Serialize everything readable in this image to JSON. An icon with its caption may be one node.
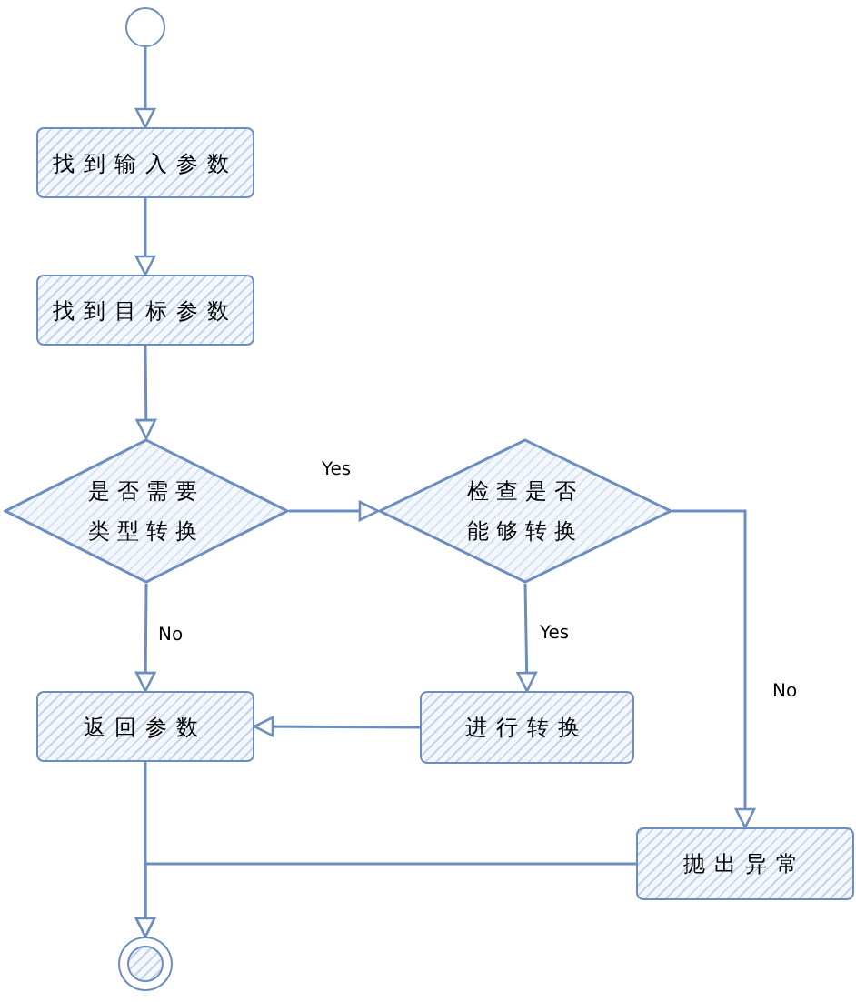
{
  "diagram": {
    "nodes": [
      {
        "text": [],
        "shape": "circle"
      },
      {
        "text": [
          "找到输入参数"
        ]
      },
      {
        "text": [
          "找到目标参数"
        ]
      },
      {
        "text": [
          "是否需要类型转换"
        ]
      },
      {
        "text": [
          "检查是否能够转换"
        ]
      },
      {
        "text": [
          "返回参数"
        ]
      },
      {
        "text": [
          "进行转换"
        ]
      },
      {
        "text": [
          "抛出异常"
        ]
      },
      {
        "text": [],
        "shape": "circle"
      }
    ],
    "edges": [
      {
        "from": 0,
        "to": 1,
        "arrow": "to"
      },
      {
        "from": 1,
        "to": 2,
        "arrow": "to"
      },
      {
        "from": 2,
        "to": 3,
        "arrow": "to"
      },
      {
        "from": 3,
        "to": 4,
        "arrow": "to",
        "label": "Yes"
      },
      {
        "from": 3,
        "to": 5,
        "arrow": "to",
        "label": "No"
      },
      {
        "from": 4,
        "to": 6,
        "arrow": "to",
        "label": "Yes"
      },
      {
        "from": 4,
        "to": 7,
        "arrow": "to",
        "label": "No"
      },
      {
        "from": 6,
        "to": 5,
        "arrow": "to"
      },
      {
        "from": 5,
        "to": 8,
        "arrow": "to"
      },
      {
        "from": 7,
        "to": 8,
        "arrow": "to"
      }
    ]
  }
}
